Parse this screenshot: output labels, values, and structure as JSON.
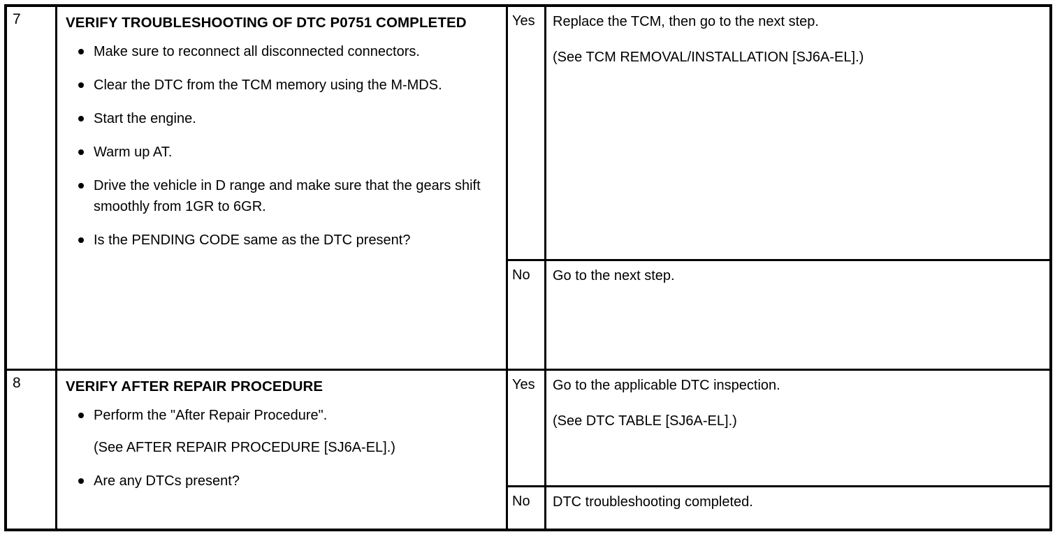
{
  "table": {
    "columns": [
      "step-number",
      "inspection-procedure",
      "answer-label",
      "action"
    ],
    "steps": [
      {
        "number": "7",
        "heading": "VERIFY TROUBLESHOOTING OF DTC P0751 COMPLETED",
        "bullets": [
          {
            "type": "bullet",
            "text": "Make sure to reconnect all disconnected connectors."
          },
          {
            "type": "bullet",
            "text": "Clear the DTC from the TCM memory using the M-MDS."
          },
          {
            "type": "bullet",
            "text": "Start the engine."
          },
          {
            "type": "bullet",
            "text": "Warm up AT."
          },
          {
            "type": "bullet",
            "text": "Drive the vehicle in D range and make sure that the gears shift smoothly from 1GR to 6GR."
          },
          {
            "type": "bullet",
            "text": "Is the PENDING CODE same as the DTC present?"
          }
        ],
        "answers": [
          {
            "label": "Yes",
            "lines": [
              "Replace the TCM, then go to the next step.",
              "(See TCM REMOVAL/INSTALLATION [SJ6A-EL].)"
            ]
          },
          {
            "label": "No",
            "lines": [
              "Go to the next step."
            ]
          }
        ]
      },
      {
        "number": "8",
        "heading": "VERIFY AFTER REPAIR PROCEDURE",
        "bullets": [
          {
            "type": "bullet",
            "text": "Perform the \"After Repair Procedure\"."
          },
          {
            "type": "note",
            "text": "(See AFTER REPAIR PROCEDURE [SJ6A-EL].)"
          },
          {
            "type": "bullet",
            "text": "Are any DTCs present?"
          }
        ],
        "answers": [
          {
            "label": "Yes",
            "lines": [
              "Go to the applicable DTC inspection.",
              "(See DTC TABLE [SJ6A-EL].)"
            ]
          },
          {
            "label": "No",
            "lines": [
              "DTC troubleshooting completed."
            ]
          }
        ]
      }
    ]
  },
  "colors": {
    "ink": "#000000",
    "paper": "#ffffff"
  }
}
